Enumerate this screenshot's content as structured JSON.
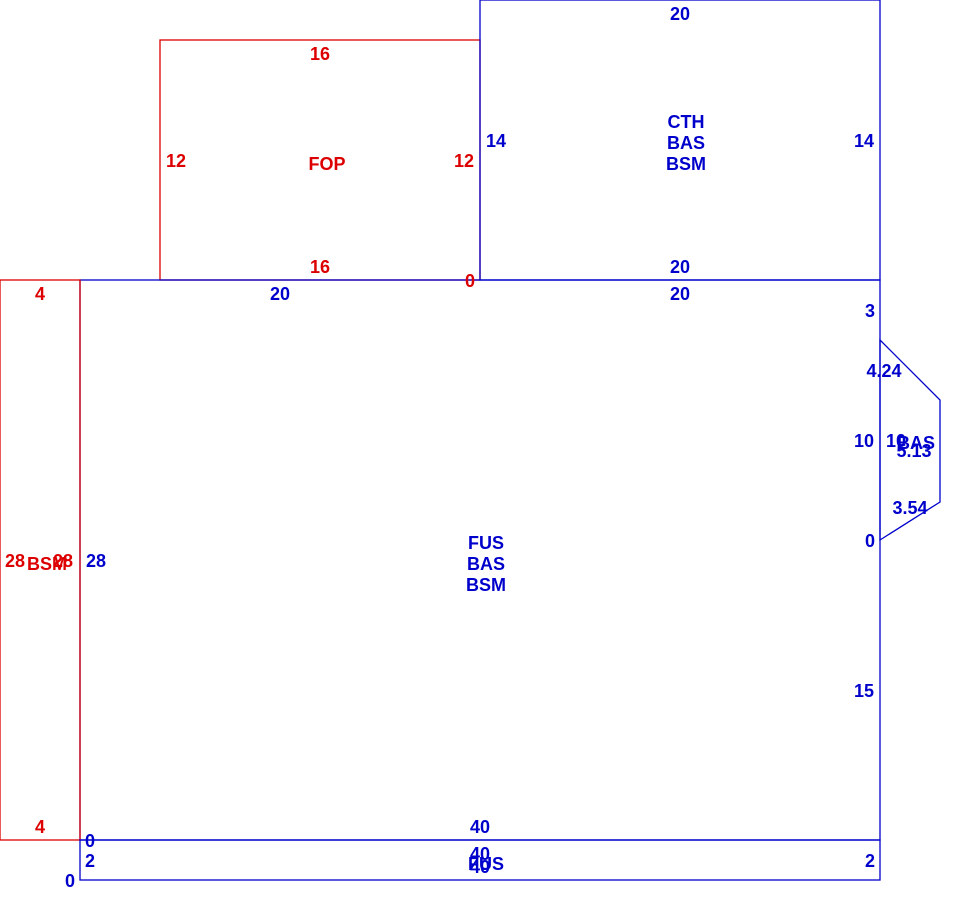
{
  "colors": {
    "blue": "#0000cc",
    "red": "#dd0000"
  },
  "areas": {
    "fus": {
      "label": [
        "FUS",
        "BAS",
        "BSM"
      ]
    },
    "cth": {
      "label": [
        "CTH",
        "BAS",
        "BSM"
      ]
    },
    "fop": {
      "label": [
        "FOP"
      ]
    },
    "bsm": {
      "label": [
        "BSM"
      ]
    },
    "bas_bay": {
      "label": [
        "BAS"
      ]
    },
    "fus_strip": {
      "label": [
        "FUS"
      ]
    }
  },
  "dimensions": {
    "fop_top": "16",
    "fop_left": "12",
    "fop_right": "12",
    "fop_bottom": "16",
    "fop_corner": "0",
    "cth_top": "20",
    "cth_left": "14",
    "cth_right": "14",
    "cth_bottom": "20",
    "fus_top_left": "20",
    "fus_top_right": "20",
    "fus_right_upper": "3",
    "fus_right_bay": "10",
    "fus_right_bay_end": "0",
    "fus_right_lower": "15",
    "fus_left": "28",
    "fus_bottom": "40",
    "fus_bottom_corner": "0",
    "bay_top_diag": "4.24",
    "bay_side": "10",
    "bay_right": "5.13",
    "bay_bottom_diag": "3.54",
    "bsm_top": "4",
    "bsm_bottom": "4",
    "bsm_left": "28",
    "bsm_right": "28",
    "strip_top": "40",
    "strip_bottom": "40",
    "strip_left": "2",
    "strip_right": "2",
    "strip_corner": "0"
  }
}
